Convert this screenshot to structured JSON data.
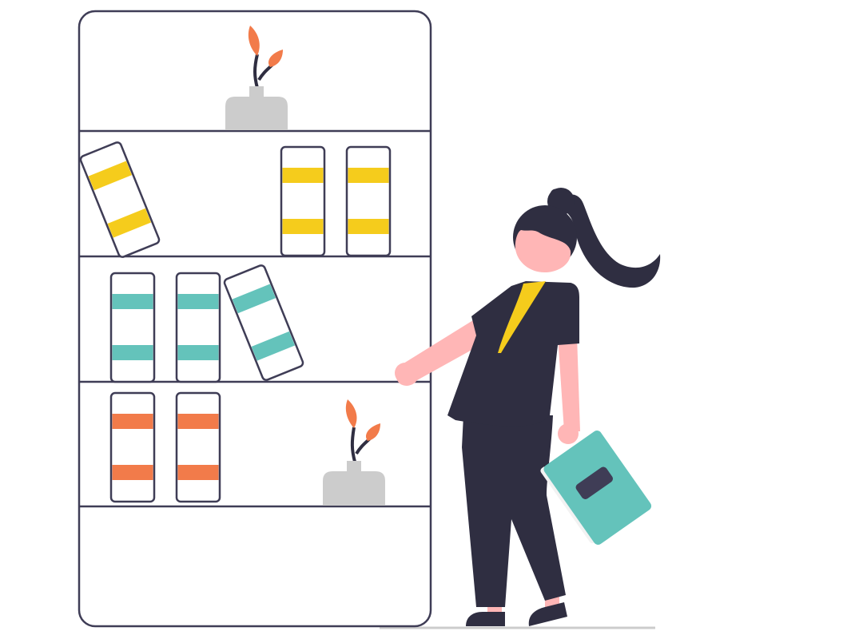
{
  "colors": {
    "outline": "#3f3d56",
    "dark": "#2f2e41",
    "yellow": "#f5cc1c",
    "teal": "#64c3bb",
    "orange": "#f27b4a",
    "vase": "#cccccc",
    "skin": "#ffb6b6",
    "book_label": "#3f3d56",
    "book_pages": "#f2f2f2",
    "ground": "#cccccc",
    "background": "#ffffff"
  },
  "bookshelf": {
    "shelves": 5,
    "books": [
      {
        "shelf": 2,
        "color": "yellow",
        "tilted": true
      },
      {
        "shelf": 2,
        "color": "yellow",
        "tilted": false
      },
      {
        "shelf": 2,
        "color": "yellow",
        "tilted": false
      },
      {
        "shelf": 3,
        "color": "teal",
        "tilted": false
      },
      {
        "shelf": 3,
        "color": "teal",
        "tilted": false
      },
      {
        "shelf": 3,
        "color": "teal",
        "tilted": true
      },
      {
        "shelf": 4,
        "color": "orange",
        "tilted": false
      },
      {
        "shelf": 4,
        "color": "orange",
        "tilted": false
      }
    ],
    "plants": 2
  }
}
